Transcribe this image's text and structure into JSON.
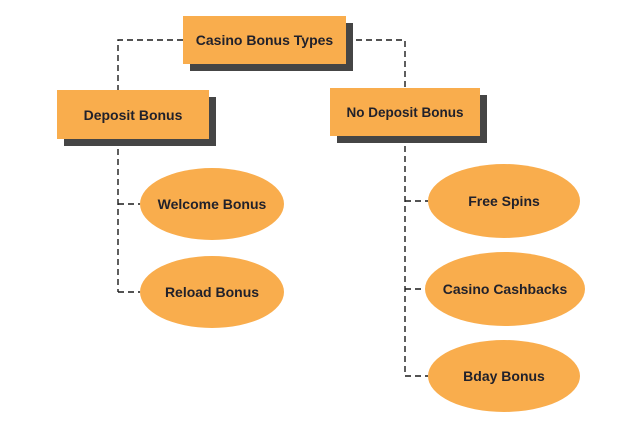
{
  "diagram": {
    "title": "Casino Bonus Types diagram",
    "root": {
      "label": "Casino Bonus Types"
    },
    "branches": [
      {
        "label": "Deposit Bonus",
        "children": [
          {
            "label": "Welcome Bonus"
          },
          {
            "label": "Reload Bonus"
          }
        ]
      },
      {
        "label": "No Deposit Bonus",
        "children": [
          {
            "label": "Free Spins"
          },
          {
            "label": "Casino Cashbacks"
          },
          {
            "label": "Bday Bonus"
          }
        ]
      }
    ],
    "colors": {
      "node_fill": "#f9ad4d",
      "node_shadow": "#454545",
      "text": "#21212b",
      "connector_line": "#1a1a1a",
      "background": "#ffffff"
    }
  }
}
